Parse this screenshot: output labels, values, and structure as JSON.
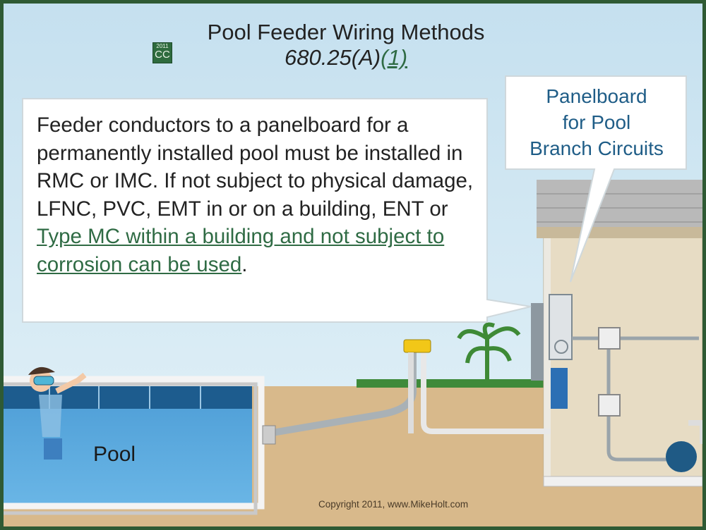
{
  "title": {
    "main": "Pool Feeder Wiring Methods",
    "section_prefix": "680.25(A)",
    "section_link": "(1)",
    "badge_year": "2011",
    "badge_code": "CC"
  },
  "note": {
    "text": "Feeder conductors to a panelboard for a permanently installed pool must be installed in RMC or IMC. If not subject to physical damage, LFNC, PVC, EMT in or on a building, ENT or ",
    "link_text": "Type MC within a building and not subject to corrosion can be used",
    "end": "."
  },
  "callout": {
    "line1": "Panelboard",
    "line2": "for Pool",
    "line3": "Branch Circuits"
  },
  "pool_label": "Pool",
  "copyright": "Copyright 2011, www.MikeHolt.com",
  "colors": {
    "border": "#2f5a34",
    "sky": "#d3e9f4",
    "water": "#5aa8dc",
    "soil": "#d8b98b",
    "building": "#e7dcc4",
    "link": "#2f6b44",
    "callout_text": "#1f5d87"
  }
}
